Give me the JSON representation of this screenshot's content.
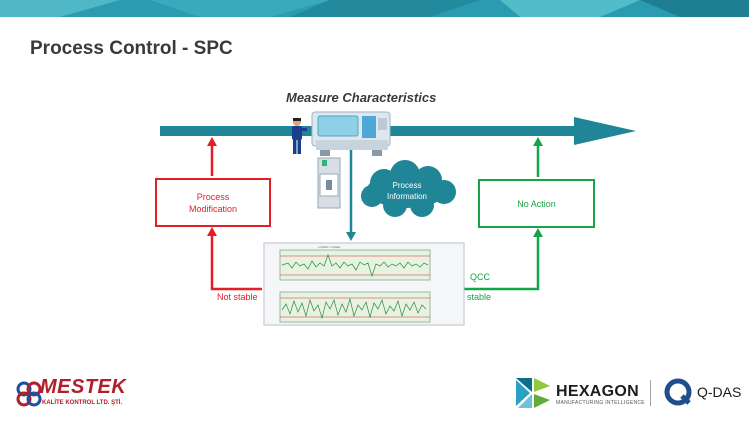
{
  "slide": {
    "title": "Process Control - SPC",
    "measure_label": "Measure Characteristics",
    "process_modification": "Process\nModification",
    "no_action": "No Action",
    "process_information": "Process\nInformation",
    "not_stable": "Not stable",
    "qcc": "QCC",
    "stable": "stable"
  },
  "logos": {
    "mestek_name": "MESTEK",
    "mestek_sub": "KALİTE KONTROL LTD. ŞTİ.",
    "hexagon_name": "HEXAGON",
    "hexagon_sub": "MANUFACTURING INTELLIGENCE",
    "qdas_name": "Q-DAS"
  },
  "colors": {
    "arrow_teal": "#1f8597",
    "red": "#e31e24",
    "green": "#17a34a",
    "banner": "#2a9bb0",
    "cloud": "#1f8597"
  },
  "icons": [
    "operator-icon",
    "cnc-machine-icon",
    "measuring-device-icon",
    "cloud-icon",
    "control-chart-icon"
  ]
}
